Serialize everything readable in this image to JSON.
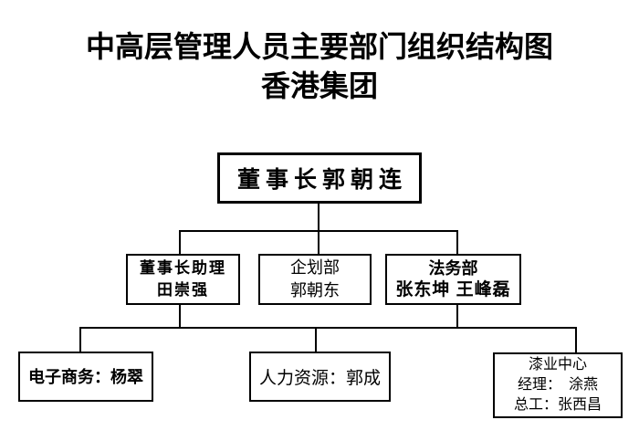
{
  "title": {
    "line1": "中高层管理人员主要部门组织结构图",
    "line2": "香港集团"
  },
  "org_chart": {
    "type": "org-tree",
    "root": {
      "label": "董事长郭朝连"
    },
    "level2": [
      {
        "line1": "董事长助理",
        "line2": "田崇强",
        "parent": "root"
      },
      {
        "line1": "企划部",
        "line2": "郭朝东",
        "parent": "root"
      },
      {
        "line1": "法务部",
        "line2": "张东坤 王峰磊",
        "parent": "root"
      }
    ],
    "level3": [
      {
        "line1": "电子商务：杨翠",
        "parent": "level2"
      },
      {
        "line1": "人力资源：郭成",
        "parent": "level2"
      },
      {
        "line1": "漆业中心",
        "line2": "经理：　涂燕",
        "line3": "总工：张西昌",
        "parent": "level2"
      }
    ]
  },
  "colors": {
    "background": "#ffffff",
    "line": "#000000",
    "text": "#000000",
    "box_border": "#000000"
  }
}
